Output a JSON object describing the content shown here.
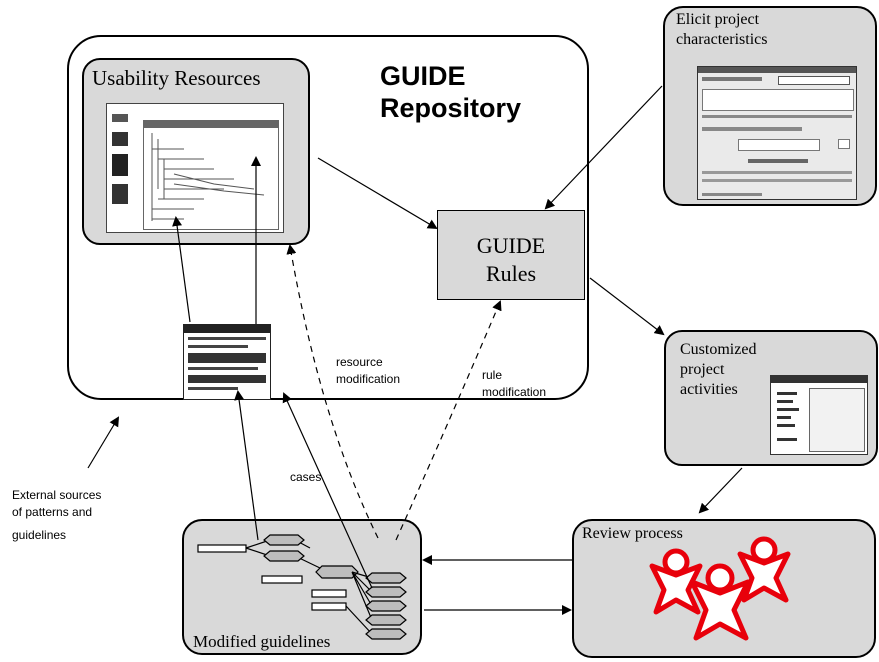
{
  "repository": {
    "title_line1": "GUIDE",
    "title_line2": "Repository"
  },
  "usability_resources": {
    "label": "Usability Resources"
  },
  "guide_rules": {
    "line1": "GUIDE",
    "line2": "Rules"
  },
  "elicit": {
    "line1": "Elicit project",
    "line2": "characteristics"
  },
  "customized": {
    "line1": "Customized",
    "line2": "project",
    "line3": "activities"
  },
  "review": {
    "label": "Review process"
  },
  "modified_guidelines": {
    "label": "Modified guidelines"
  },
  "external_sources": {
    "line1": "External sources",
    "line2": "of patterns and",
    "line3": "guidelines"
  },
  "edge_labels": {
    "cases": "cases",
    "resource_modification_1": "resource",
    "resource_modification_2": "modification",
    "rule_modification_1": "rule",
    "rule_modification_2": "modification"
  },
  "colors": {
    "box_fill": "#d9d9d9",
    "people_icon": "#e8000b",
    "line": "#000000"
  }
}
